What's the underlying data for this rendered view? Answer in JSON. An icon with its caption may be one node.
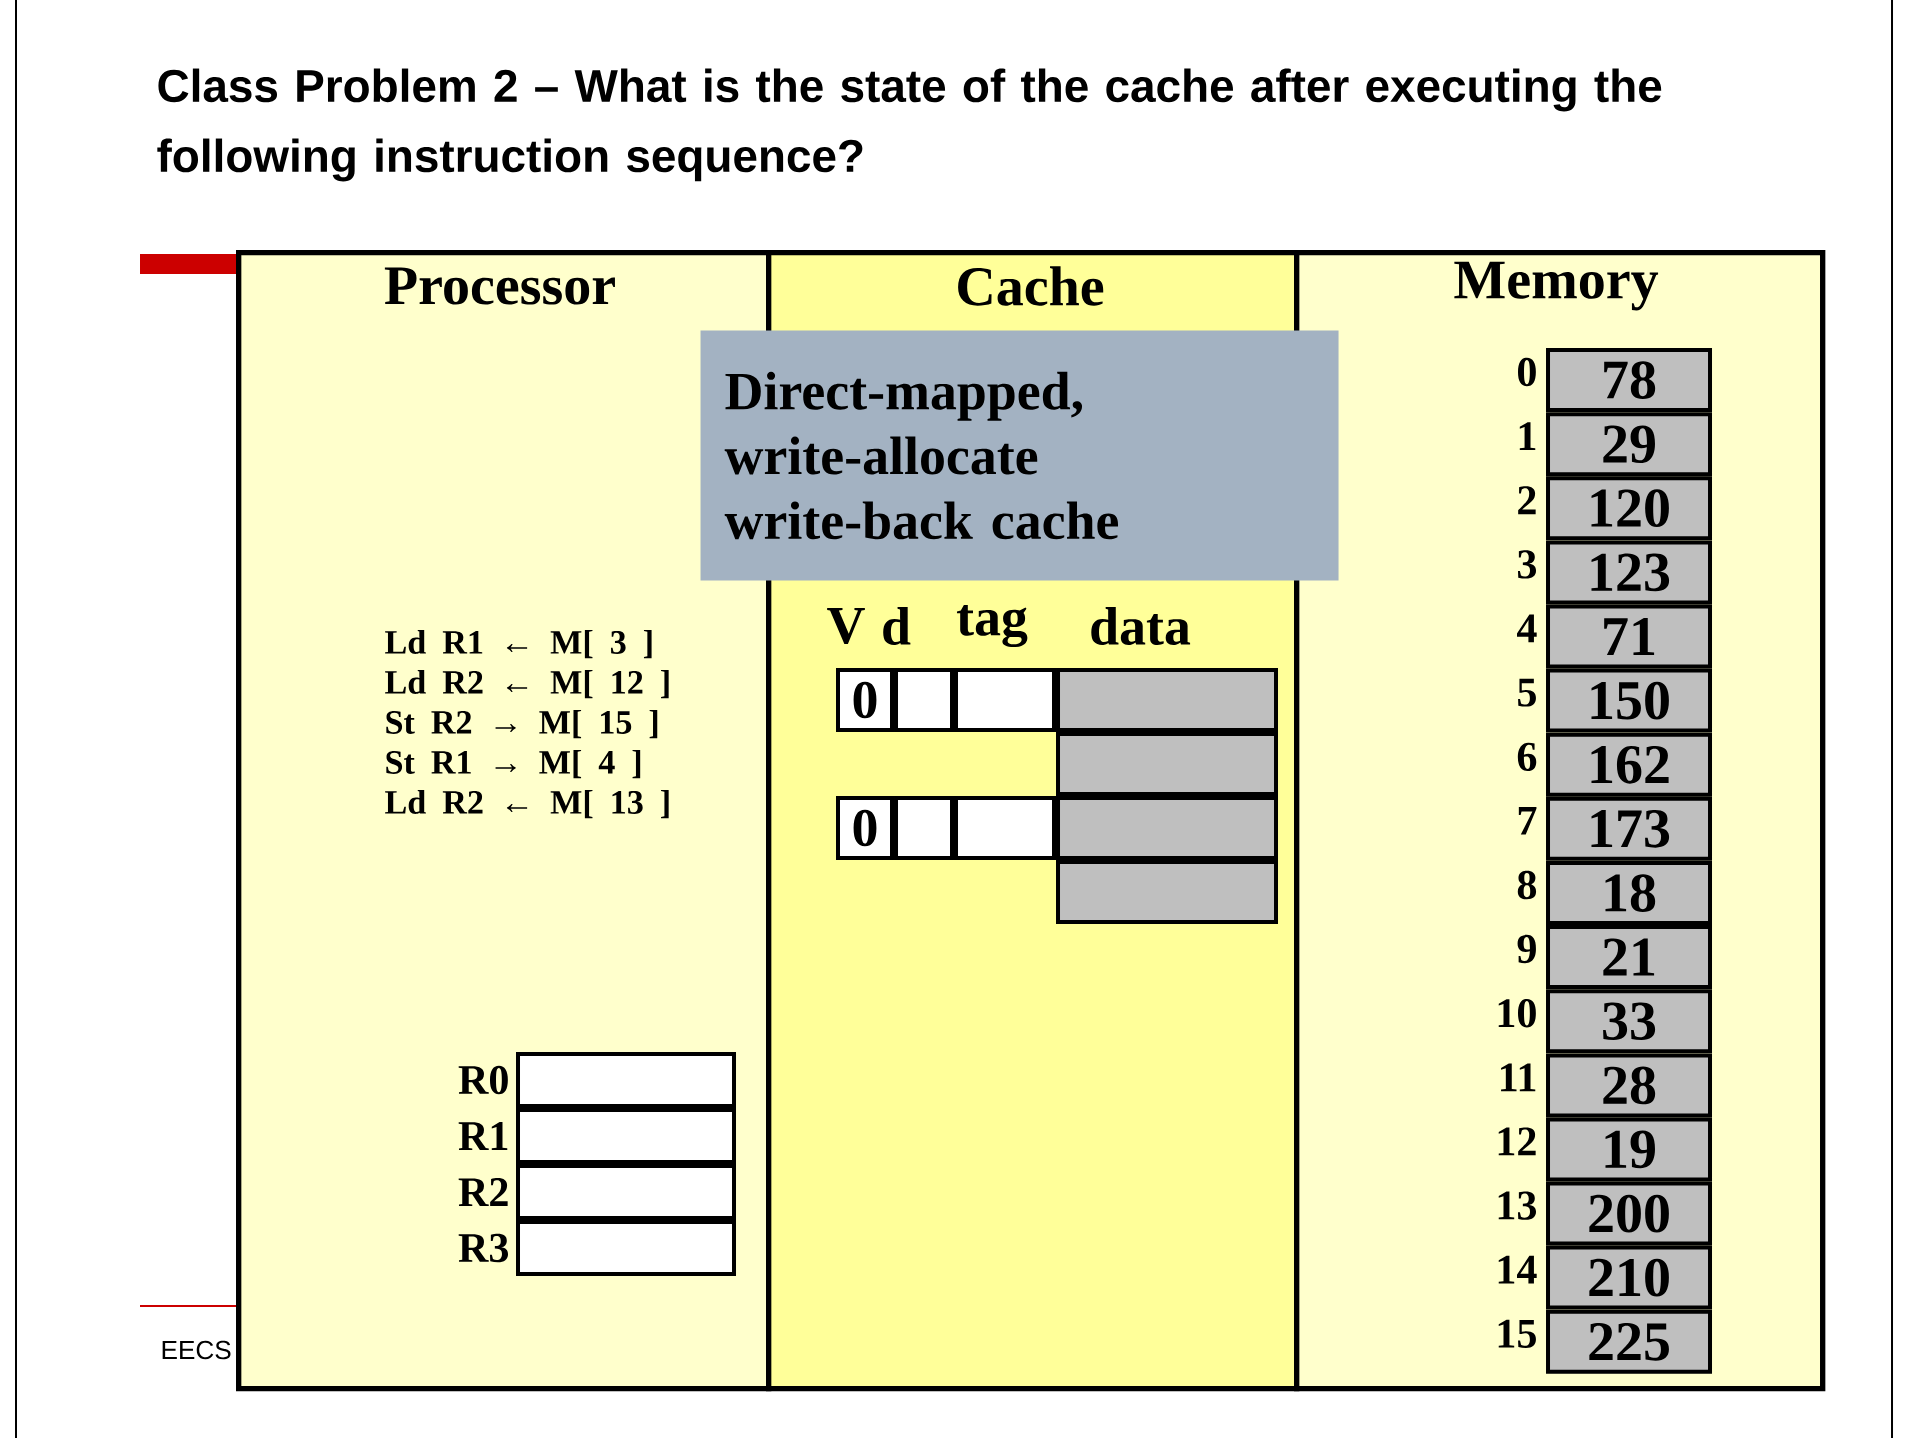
{
  "diagram": {
    "title": "Class Problem 2 – What is the state of the cache after executing the following instruction sequence?",
    "nodes": [
      {
        "text": [
          "Processor"
        ]
      },
      {
        "text": [
          "Cache"
        ]
      },
      {
        "text": [
          "Memory"
        ]
      },
      {
        "text": [
          "Direct-mapped, write-allocate write-back cache"
        ]
      },
      {
        "text": [
          "0"
        ],
        "in": 1
      },
      {
        "text": [],
        "shape": "box",
        "in": 1
      },
      {
        "text": [],
        "shape": "box",
        "in": 1
      },
      {
        "text": [],
        "shape": "box",
        "in": 1
      },
      {
        "text": [],
        "shape": "box",
        "in": 1
      },
      {
        "text": [
          "0"
        ],
        "in": 1
      },
      {
        "text": [],
        "shape": "box",
        "in": 1
      },
      {
        "text": [],
        "shape": "box",
        "in": 1
      },
      {
        "text": [],
        "shape": "box",
        "in": 1
      },
      {
        "text": [],
        "shape": "box",
        "in": 1
      },
      {
        "text": [
          "78"
        ],
        "beside": [
          "0"
        ],
        "in": 2
      },
      {
        "text": [
          "29"
        ],
        "beside": [
          "1"
        ],
        "in": 2
      },
      {
        "text": [
          "120"
        ],
        "beside": [
          "2"
        ],
        "in": 2
      },
      {
        "text": [
          "123"
        ],
        "beside": [
          "3"
        ],
        "in": 2
      },
      {
        "text": [
          "71"
        ],
        "beside": [
          "4"
        ],
        "in": 2
      },
      {
        "text": [
          "150"
        ],
        "beside": [
          "5"
        ],
        "in": 2
      },
      {
        "text": [
          "162"
        ],
        "beside": [
          "6"
        ],
        "in": 2
      },
      {
        "text": [
          "173"
        ],
        "beside": [
          "7"
        ],
        "in": 2
      },
      {
        "text": [
          "18"
        ],
        "beside": [
          "8"
        ],
        "in": 2
      },
      {
        "text": [
          "21"
        ],
        "beside": [
          "9"
        ],
        "in": 2
      },
      {
        "text": [
          "33"
        ],
        "beside": [
          "10"
        ],
        "in": 2
      },
      {
        "text": [
          "28"
        ],
        "beside": [
          "11"
        ],
        "in": 2
      },
      {
        "text": [
          "19"
        ],
        "beside": [
          "12"
        ],
        "in": 2
      },
      {
        "text": [
          "200"
        ],
        "beside": [
          "13"
        ],
        "in": 2
      },
      {
        "text": [
          "210"
        ],
        "beside": [
          "14"
        ],
        "in": 2
      },
      {
        "text": [
          "225"
        ],
        "beside": [
          "15"
        ],
        "in": 2
      },
      {
        "text": [],
        "shape": "box",
        "beside": [
          "R0"
        ],
        "in": 0
      },
      {
        "text": [],
        "shape": "box",
        "beside": [
          "R1"
        ],
        "in": 0
      },
      {
        "text": [],
        "shape": "box",
        "beside": [
          "R2"
        ],
        "in": 0
      },
      {
        "text": [],
        "shape": "box",
        "beside": [
          "R3"
        ],
        "in": 0
      }
    ],
    "edges": [],
    "labels": [
      "Ld  R1 ← M[  3  ]",
      "Ld  R2 ← M[  12 ]",
      "St  R2 → M[  15 ]",
      "St  R1 → M[  4  ]",
      "Ld  R2 ← M[  13  ]",
      "V",
      "d",
      "tag",
      "data",
      "EECS"
    ]
  }
}
